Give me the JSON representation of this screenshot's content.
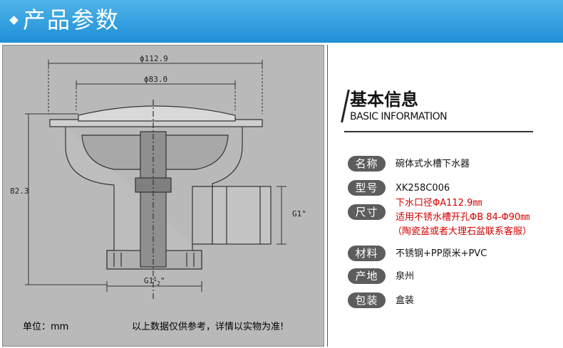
{
  "header": {
    "title": "产品参数"
  },
  "drawing": {
    "dim_top": "ϕ112.9",
    "dim_inner": "ϕ83.0",
    "dim_height": "82.3",
    "dim_side": "G1\"",
    "dim_bottom_main": "G1",
    "dim_bottom_frac": "1",
    "dim_bottom_den": "2",
    "dim_bottom_quote": "\""
  },
  "footer": {
    "unit": "单位：mm",
    "disclaimer": "以上数据仅供参考，详情以实物为准!"
  },
  "info": {
    "heading_cn": "基本信息",
    "heading_en": "BASIC INFORMATION",
    "rows": [
      {
        "label": "名称",
        "value": "碗体式水槽下水器"
      },
      {
        "label": "型号",
        "value": "XK258C006"
      },
      {
        "label": "尺寸",
        "lines": [
          "下水口径ΦA112.9㎜",
          "适用不锈水槽开孔ΦB 84-Φ90㎜",
          "（陶瓷盆或者大理石盆联系客服）"
        ]
      },
      {
        "label": "材料",
        "value": "不锈钢+PP原米+PVC"
      },
      {
        "label": "产地",
        "value": "泉州"
      },
      {
        "label": "包装",
        "value": "盒装"
      }
    ]
  },
  "colors": {
    "header": "#2a9be0",
    "label_bg": "#5d5d5d",
    "red_text": "#d40000",
    "panel_bg": "#b9b9b9"
  }
}
